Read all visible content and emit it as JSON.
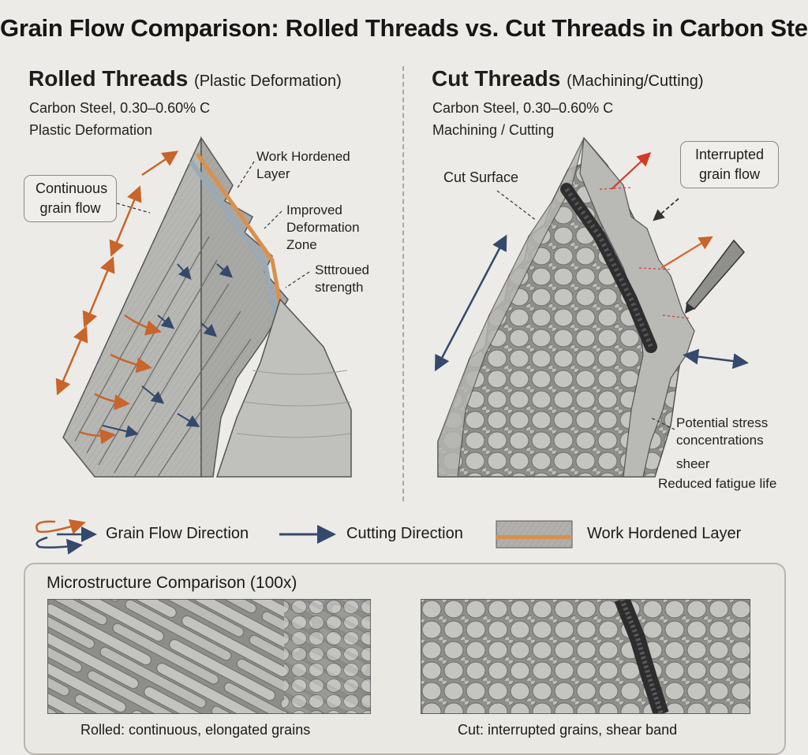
{
  "title": "Grain Flow Comparison: Rolled Threads vs. Cut Threads in Carbon Steel",
  "rolled": {
    "heading": "Rolled Threads",
    "heading_sub": "(Plastic Deformation)",
    "material": "Carbon Steel, 0.30–0.60% C",
    "process": "Plastic Deformation",
    "callout": "Continuous\ngrain flow",
    "annotations": {
      "work_hardened": "Work Hordened\nLayer",
      "deformation_zone": "Improved\nDeformation\nZone",
      "strength": "Stttroued\nstrength"
    }
  },
  "cut": {
    "heading": "Cut Threads",
    "heading_sub": "(Machining/Cutting)",
    "material": "Carbon Steel, 0.30–0.60% C",
    "process": "Machining / Cutting",
    "callout": "Interrupted\ngrain flow",
    "annotations": {
      "cut_surface": "Cut Surface",
      "stress": "Potential stress\nconcentrations",
      "sheer": "sheer",
      "fatigue": "Reduced fatigue life"
    }
  },
  "legend": {
    "grain_flow": "Grain Flow Direction",
    "cutting": "Cutting Direction",
    "work_hardened": "Work Hordened Layer"
  },
  "micro": {
    "title": "Microstructure Comparison (100x)",
    "rolled_caption": "Rolled: continuous, elongated grains",
    "cut_caption": "Cut: interrupted grains, shear band"
  },
  "colors": {
    "background": "#ecebe7",
    "grain_flow_arrow": "#c8652a",
    "cutting_arrow": "#34496b",
    "cut_arrow": "#d23a2a",
    "steel": "#b4b4b1",
    "work_hardened_layer": "#d9904c"
  }
}
